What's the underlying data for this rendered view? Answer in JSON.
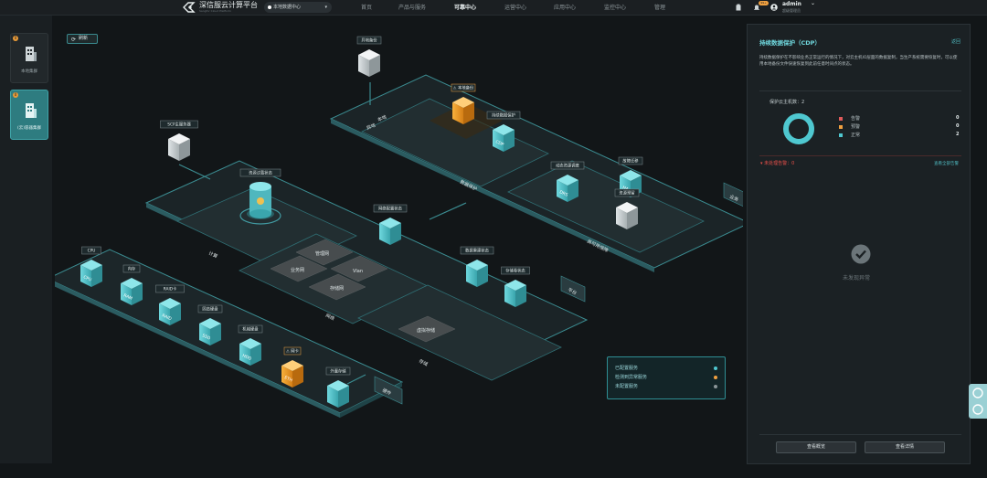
{
  "header": {
    "brand": "深信服云计算平台",
    "brand_sub": "Sangfor Cloud Platform",
    "datacenter": "本地数据中心",
    "nav": [
      "首页",
      "产品与服务",
      "可靠中心",
      "运营中心",
      "应用中心",
      "监控中心",
      "管理"
    ],
    "active_nav": "可靠中心",
    "notification_badge": "99+",
    "user_name": "admin",
    "user_role": "超级管理员"
  },
  "sidebar": {
    "items": [
      {
        "label": "本地集群",
        "badge": "0"
      },
      {
        "label": "(云)容器集群",
        "badge": "0"
      }
    ]
  },
  "canvas": {
    "refresh_label": "刷新",
    "regions": {
      "compute": "计算",
      "network": "网络",
      "storage": "存储",
      "platform": "平台",
      "business": "业务",
      "hardware": "硬件",
      "data_protect": "数据保护",
      "ha": "高可用保障",
      "local_backup_label": "本地备份",
      "remote_label": "异地",
      "local_label": "本地"
    },
    "nodes": {
      "offsite_backup": "异地备份",
      "local_backup": "本地备份",
      "cdp": "持续数据保护",
      "scp": "SCP主服务器",
      "resource_pool": "资源过载状态",
      "net_status": "网络配置状态",
      "drs": "动态资源调度",
      "ha_migrate": "故障迁移",
      "res_reserve": "资源预留",
      "data_status": "数据重建状态",
      "store_status": "存储卷状态",
      "cpu": "CPU",
      "memory": "内存",
      "raid": "RAID卡",
      "ssd": "固态硬盘",
      "hdd": "机械硬盘",
      "nic": "网卡",
      "ext_store": "外置存储"
    },
    "boxes": {
      "cpu": "CPU",
      "ram": "RAM",
      "raid": "RAID",
      "ssd": "SSD",
      "hdd": "HDD",
      "eth": "ETH",
      "cdp": "CDP",
      "drs": "DRS",
      "ha": "HA"
    },
    "tiles": {
      "mgmt_net": "管理网",
      "biz_net": "业务网",
      "vlan": "Vlan",
      "storage_net": "存储网",
      "vstore": "虚拟存储"
    }
  },
  "legend": {
    "items": [
      {
        "label": "已配置服务",
        "color": "#4fc8d0"
      },
      {
        "label": "检测到异常服务",
        "color": "#f0a040"
      },
      {
        "label": "未配置服务",
        "color": "#8a9497"
      }
    ]
  },
  "panel": {
    "title": "持续数据保护（CDP）",
    "link": "返回",
    "description": "持续数据保护在不影响业务正常运行的情况下，对云主机IO层面的数据复制，当生产系统需要恢复时，可以使用本地备份文件快速恢复到此前任意时间点的状态。",
    "protected_label": "保护云主机数：2",
    "legend": [
      {
        "label": "告警",
        "value": "0",
        "color": "#e05a5a"
      },
      {
        "label": "预警",
        "value": "0",
        "color": "#f0a040"
      },
      {
        "label": "正常",
        "value": "2",
        "color": "#4fc8d0"
      }
    ],
    "alarm_text": "未处理告警：0",
    "alarm_link": "查看全部告警",
    "status_text": "未发现异常",
    "btn_overview": "查看概览",
    "btn_detail": "查看详情"
  }
}
